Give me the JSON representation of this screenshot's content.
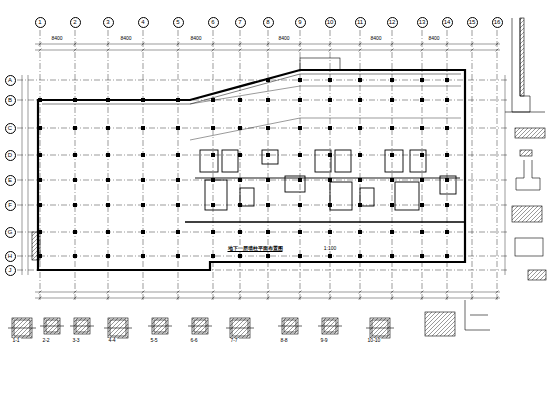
{
  "diagram": {
    "nodes": [
      {
        "text": [
          "1"
        ]
      },
      {
        "text": [
          "2"
        ]
      },
      {
        "text": [
          "3"
        ]
      },
      {
        "text": [
          "4"
        ]
      },
      {
        "text": [
          "5"
        ]
      },
      {
        "text": [
          "6"
        ]
      },
      {
        "text": [
          "7"
        ]
      },
      {
        "text": [
          "8"
        ]
      },
      {
        "text": [
          "9"
        ]
      },
      {
        "text": [
          "10"
        ]
      },
      {
        "text": [
          "11"
        ]
      },
      {
        "text": [
          "12"
        ]
      },
      {
        "text": [
          "13"
        ]
      },
      {
        "text": [
          "14"
        ]
      },
      {
        "text": [
          "15"
        ]
      },
      {
        "text": [
          "16"
        ]
      },
      {
        "text": [
          "A"
        ]
      },
      {
        "text": [
          "B"
        ]
      },
      {
        "text": [
          "C"
        ]
      },
      {
        "text": [
          "D"
        ]
      },
      {
        "text": [
          "E"
        ]
      },
      {
        "text": [
          "F"
        ]
      },
      {
        "text": [
          "G"
        ]
      },
      {
        "text": [
          "H"
        ]
      },
      {
        "text": [
          "J"
        ]
      }
    ],
    "edges": [],
    "labels": [
      "8400",
      "8400",
      "8400",
      "8400",
      "8400",
      "8400",
      "地下一层墙柱平面布置图",
      "1:100",
      "1-1",
      "2-2",
      "3-3",
      "4-4",
      "5-5",
      "6-6",
      "7-7",
      "8-8",
      "9-9",
      "10-10"
    ]
  }
}
